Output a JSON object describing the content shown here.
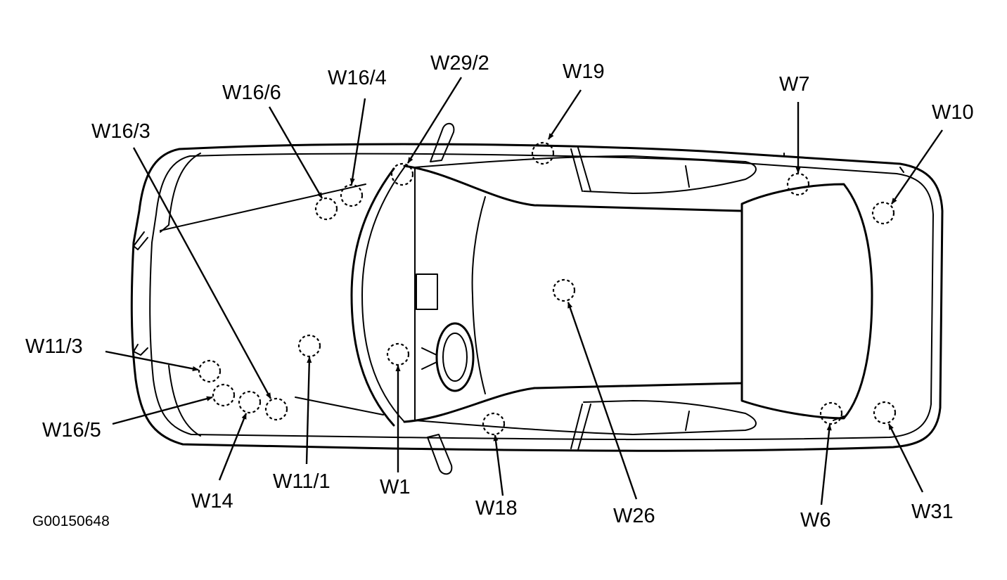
{
  "figure_code": "G00150648",
  "labels": {
    "w16_6": "W16/6",
    "w16_4": "W16/4",
    "w29_2": "W29/2",
    "w19": "W19",
    "w7": "W7",
    "w10": "W10",
    "w16_3": "W16/3",
    "w11_3": "W11/3",
    "w16_5": "W16/5",
    "w14": "W14",
    "w11_1": "W11/1",
    "w1": "W1",
    "w18": "W18",
    "w26": "W26",
    "w6": "W6",
    "w31": "W31"
  }
}
